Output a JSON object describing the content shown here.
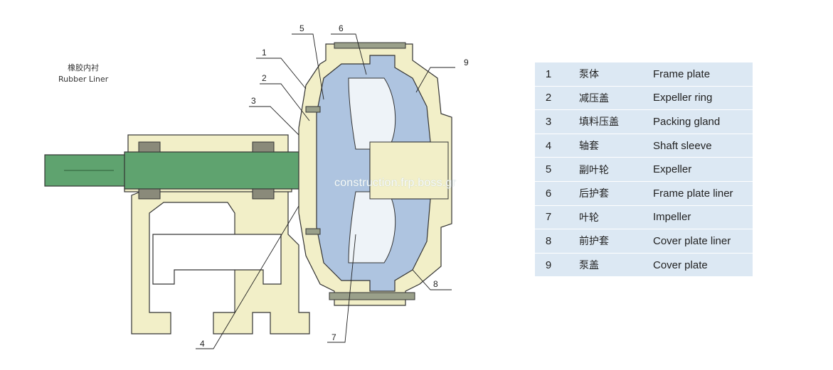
{
  "rubber_liner": {
    "cn": "橡胶内衬",
    "en": "Rubber Liner"
  },
  "callouts": [
    "1",
    "2",
    "3",
    "4",
    "5",
    "6",
    "7",
    "8",
    "9"
  ],
  "parts": [
    {
      "num": "1",
      "cn": "泵体",
      "en": "Frame plate"
    },
    {
      "num": "2",
      "cn": "减压盖",
      "en": "Expeller ring"
    },
    {
      "num": "3",
      "cn": "填料压盖",
      "en": "Packing gland"
    },
    {
      "num": "4",
      "cn": "轴套",
      "en": "Shaft sleeve"
    },
    {
      "num": "5",
      "cn": "副叶轮",
      "en": "Expeller"
    },
    {
      "num": "6",
      "cn": "后护套",
      "en": "Frame plate liner"
    },
    {
      "num": "7",
      "cn": "叶轮",
      "en": "Impeller"
    },
    {
      "num": "8",
      "cn": "前护套",
      "en": "Cover plate liner"
    },
    {
      "num": "9",
      "cn": "泵盖",
      "en": "Cover plate"
    }
  ],
  "watermark": "construction.frp.boss.gr",
  "colors": {
    "casing": "#f2efc8",
    "liner": "#aec4e0",
    "shaft": "#5fa36f",
    "table_bg": "#dce8f3",
    "outline": "#333333"
  }
}
